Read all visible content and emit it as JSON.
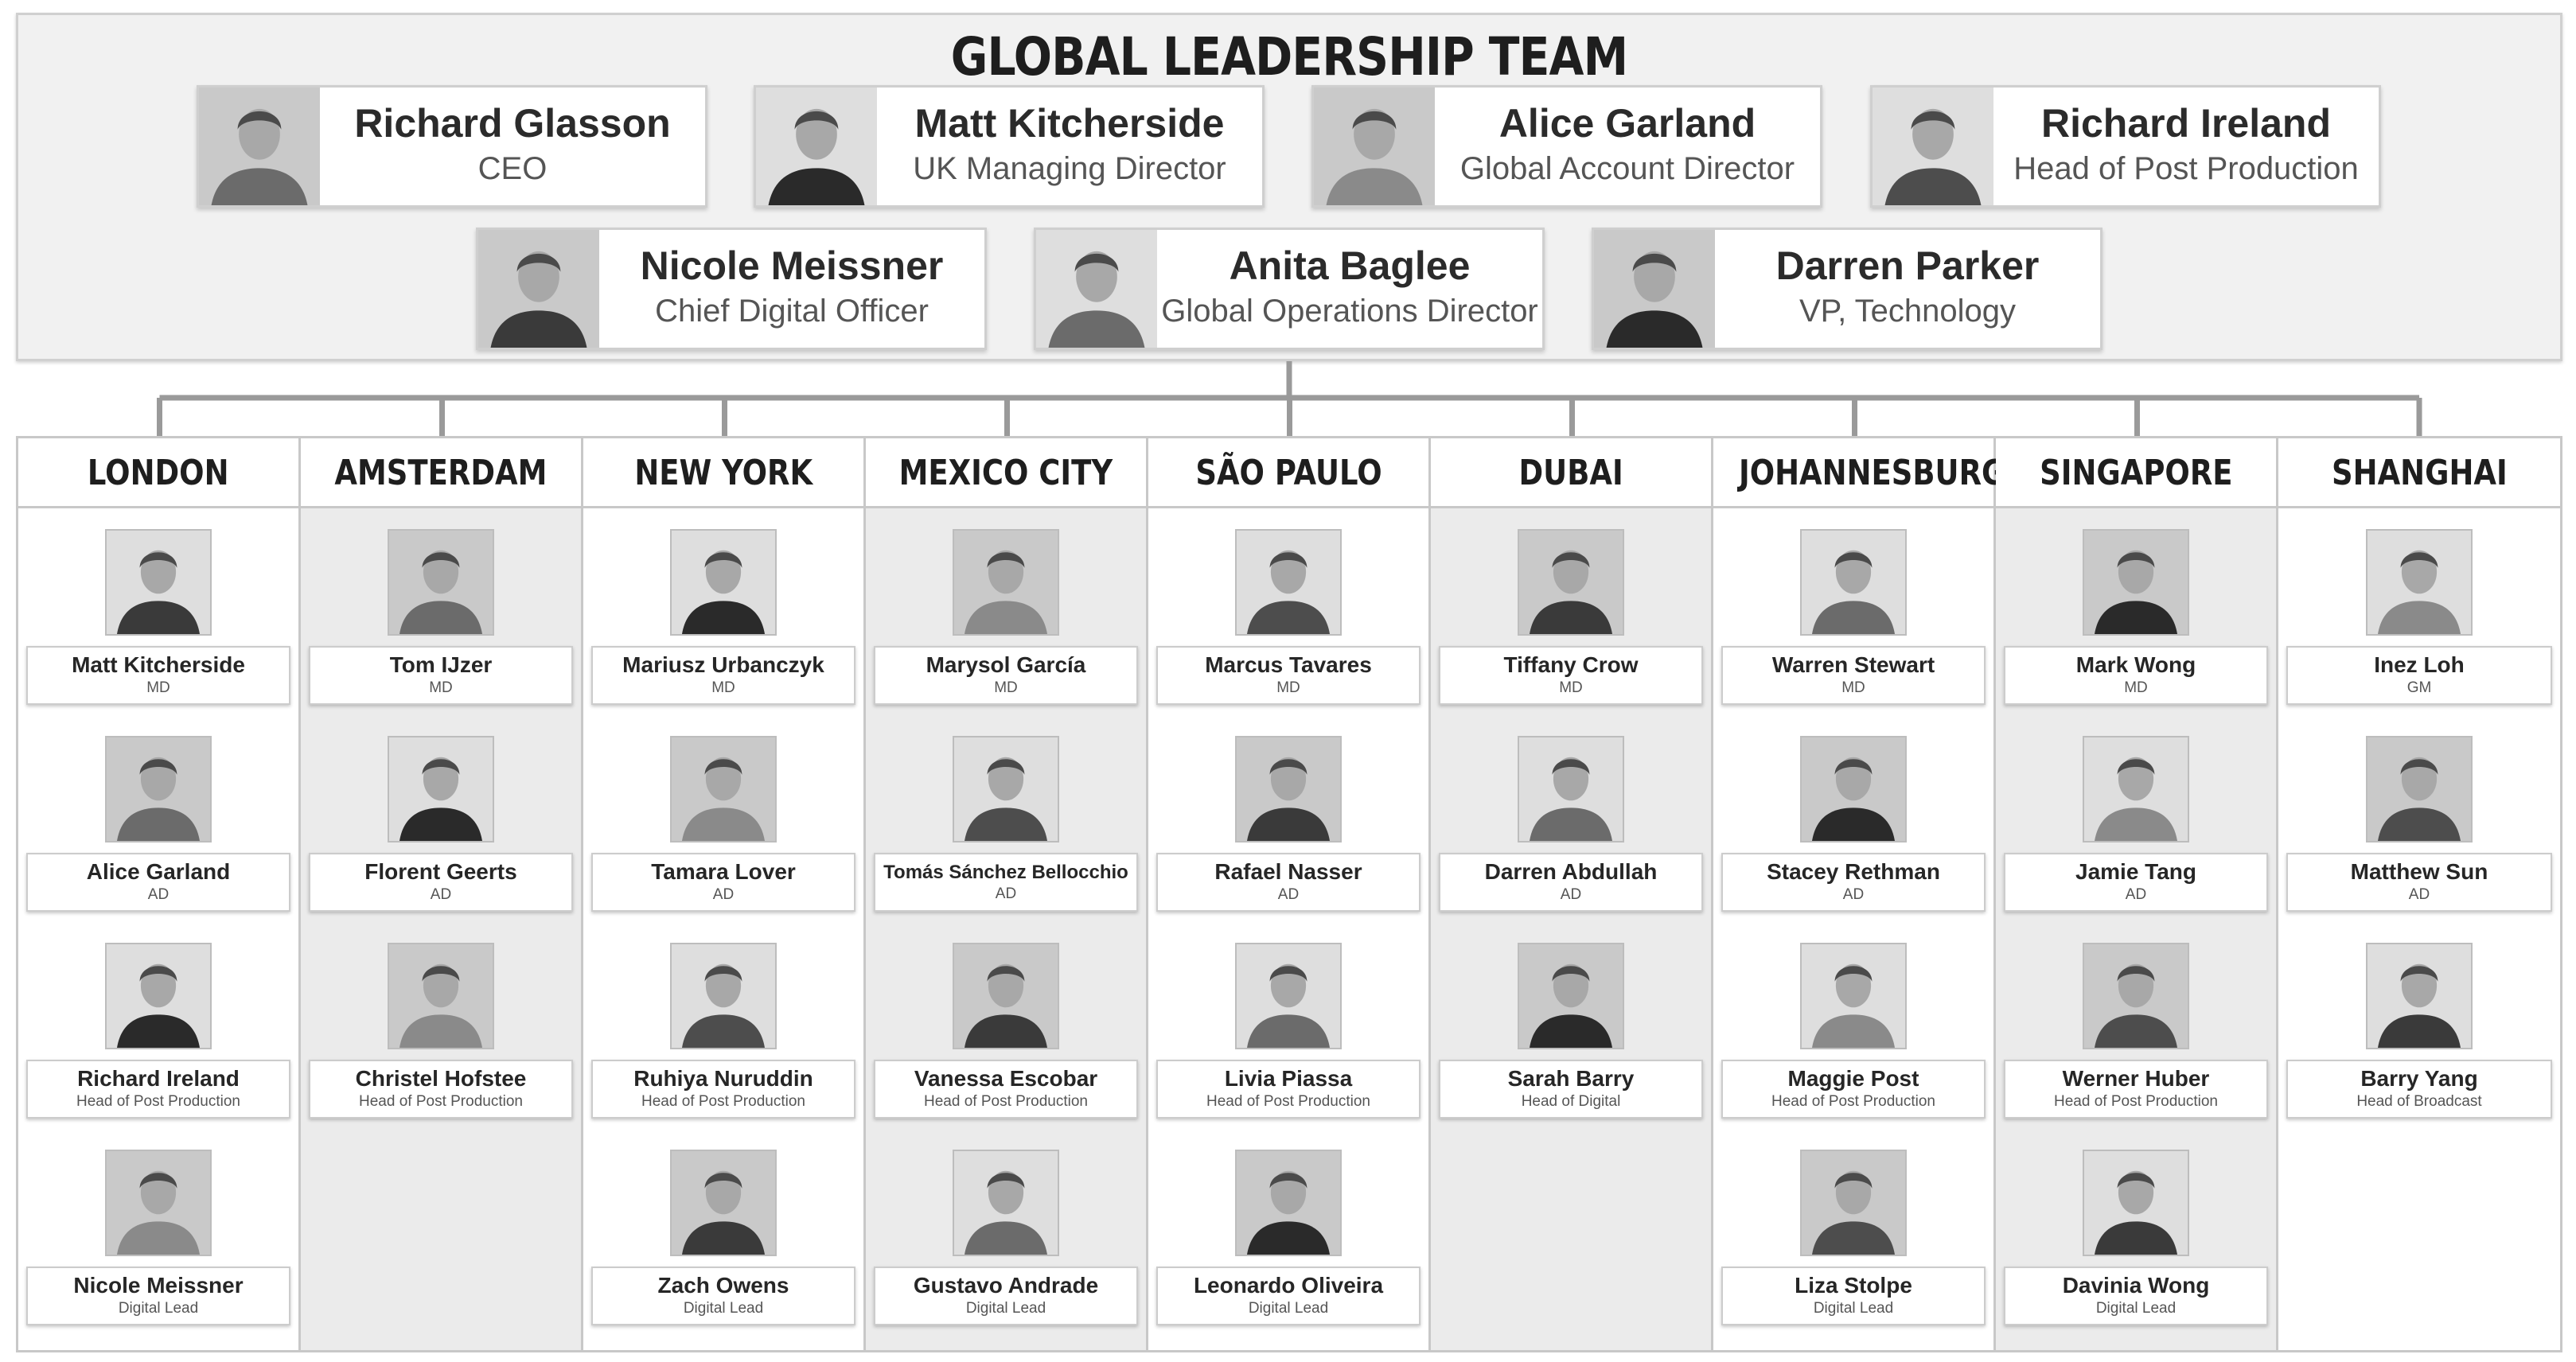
{
  "title": "GLOBAL LEADERSHIP TEAM",
  "leaders": [
    {
      "name": "Richard Glasson",
      "title": "CEO"
    },
    {
      "name": "Matt Kitcherside",
      "title": "UK Managing Director"
    },
    {
      "name": "Alice Garland",
      "title": "Global Account Director"
    },
    {
      "name": "Richard Ireland",
      "title": "Head of Post Production"
    },
    {
      "name": "Nicole Meissner",
      "title": "Chief Digital Officer"
    },
    {
      "name": "Anita Baglee",
      "title": "Global Operations Director"
    },
    {
      "name": "Darren Parker",
      "title": "VP, Technology"
    }
  ],
  "offices": [
    {
      "name": "LONDON",
      "members": [
        {
          "name": "Matt Kitcherside",
          "role": "MD"
        },
        {
          "name": "Alice Garland",
          "role": "AD"
        },
        {
          "name": "Richard Ireland",
          "role": "Head of Post Production"
        },
        {
          "name": "Nicole Meissner",
          "role": "Digital Lead"
        }
      ]
    },
    {
      "name": "AMSTERDAM",
      "members": [
        {
          "name": "Tom IJzer",
          "role": "MD"
        },
        {
          "name": "Florent Geerts",
          "role": "AD"
        },
        {
          "name": "Christel Hofstee",
          "role": "Head of Post Production"
        }
      ]
    },
    {
      "name": "NEW YORK",
      "members": [
        {
          "name": "Mariusz Urbanczyk",
          "role": "MD"
        },
        {
          "name": "Tamara Lover",
          "role": "AD"
        },
        {
          "name": "Ruhiya Nuruddin",
          "role": "Head of Post Production"
        },
        {
          "name": "Zach Owens",
          "role": "Digital Lead"
        }
      ]
    },
    {
      "name": "MEXICO CITY",
      "members": [
        {
          "name": "Marysol García",
          "role": "MD"
        },
        {
          "name": "Tomás Sánchez Bellocchio",
          "role": "AD"
        },
        {
          "name": "Vanessa Escobar",
          "role": "Head of Post Production"
        },
        {
          "name": "Gustavo Andrade",
          "role": "Digital Lead"
        }
      ]
    },
    {
      "name": "SÃO PAULO",
      "members": [
        {
          "name": "Marcus Tavares",
          "role": "MD"
        },
        {
          "name": "Rafael Nasser",
          "role": "AD"
        },
        {
          "name": "Livia Piassa",
          "role": "Head of Post Production"
        },
        {
          "name": "Leonardo Oliveira",
          "role": "Digital Lead"
        }
      ]
    },
    {
      "name": "DUBAI",
      "members": [
        {
          "name": "Tiffany Crow",
          "role": "MD"
        },
        {
          "name": "Darren Abdullah",
          "role": "AD"
        },
        {
          "name": "Sarah Barry",
          "role": "Head of Digital"
        }
      ]
    },
    {
      "name": "JOHANNESBURG",
      "members": [
        {
          "name": "Warren Stewart",
          "role": "MD"
        },
        {
          "name": "Stacey Rethman",
          "role": "AD"
        },
        {
          "name": "Maggie Post",
          "role": "Head of Post Production"
        },
        {
          "name": "Liza Stolpe",
          "role": "Digital Lead"
        }
      ]
    },
    {
      "name": "SINGAPORE",
      "members": [
        {
          "name": "Mark Wong",
          "role": "MD"
        },
        {
          "name": "Jamie Tang",
          "role": "AD"
        },
        {
          "name": "Werner Huber",
          "role": "Head of Post Production"
        },
        {
          "name": "Davinia Wong",
          "role": "Digital Lead"
        }
      ]
    },
    {
      "name": "SHANGHAI",
      "members": [
        {
          "name": "Inez Loh",
          "role": "GM"
        },
        {
          "name": "Matthew Sun",
          "role": "AD"
        },
        {
          "name": "Barry Yang",
          "role": "Head of Broadcast"
        }
      ]
    }
  ]
}
